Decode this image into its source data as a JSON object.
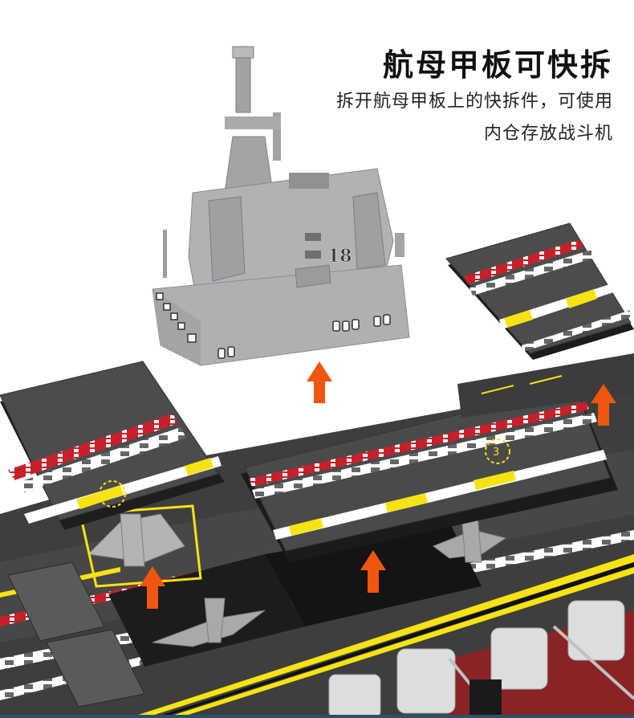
{
  "headline": "航母甲板可快拆",
  "description": {
    "line1": "拆开航母甲板上的快拆件，可使用",
    "line2": "内仓存放战斗机"
  },
  "island": {
    "hull_number": "18"
  },
  "deck": {
    "markings": [
      "3"
    ]
  },
  "colors": {
    "arrow": "#f0560f",
    "deck_gray": "#4a4a4a",
    "deck_dark": "#2b2b2b",
    "island_gray": "#a9abad",
    "stripe_red": "#c8202a",
    "stripe_yellow": "#f5e313",
    "stripe_white": "#ffffff"
  },
  "arrows": [
    {
      "name": "island-lift-arrow",
      "direction": "up"
    },
    {
      "name": "right-panel-lift-arrow",
      "direction": "up"
    },
    {
      "name": "center-panel-lift-arrow",
      "direction": "up"
    },
    {
      "name": "left-bay-lift-arrow",
      "direction": "up"
    }
  ]
}
